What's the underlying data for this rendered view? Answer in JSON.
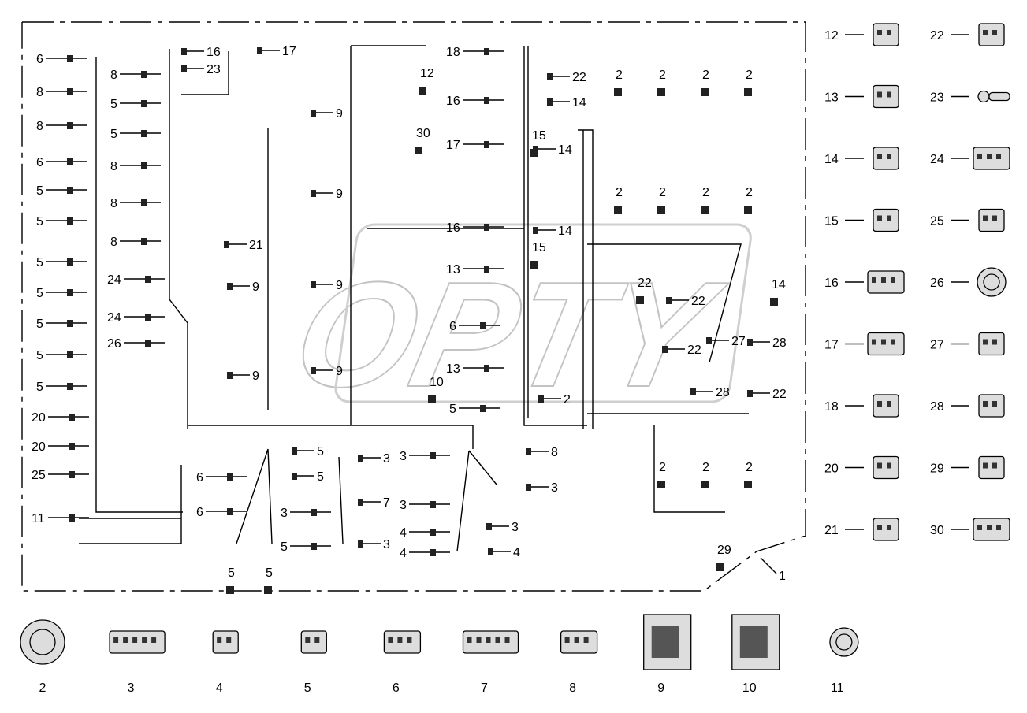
{
  "diagram": {
    "logo_text": "OPTY",
    "harness_callout": "1",
    "callouts": [
      "6",
      "8",
      "8",
      "6",
      "5",
      "5",
      "5",
      "5",
      "5",
      "5",
      "5",
      "20",
      "20",
      "25",
      "11",
      "16",
      "23",
      "8",
      "5",
      "5",
      "8",
      "8",
      "8",
      "21",
      "24",
      "24",
      "26",
      "9",
      "9",
      "9",
      "9",
      "9",
      "9",
      "17",
      "12",
      "30",
      "18",
      "22",
      "16",
      "14",
      "17",
      "15",
      "14",
      "16",
      "14",
      "15",
      "13",
      "6",
      "13",
      "10",
      "5",
      "2",
      "2",
      "2",
      "2",
      "2",
      "2",
      "2",
      "2",
      "2",
      "22",
      "22",
      "14",
      "22",
      "27",
      "28",
      "28",
      "22",
      "2",
      "2",
      "2",
      "29",
      "5",
      "6",
      "5",
      "6",
      "3",
      "3",
      "8",
      "3",
      "3",
      "7",
      "3",
      "5",
      "3",
      "4",
      "3",
      "4",
      "4",
      "5",
      "5"
    ],
    "legend_right": [
      "12",
      "13",
      "14",
      "15",
      "16",
      "17",
      "18",
      "20",
      "21",
      "22",
      "23",
      "24",
      "25",
      "26",
      "27",
      "28",
      "29",
      "30"
    ],
    "legend_bottom": [
      "2",
      "3",
      "4",
      "5",
      "6",
      "7",
      "8",
      "9",
      "10",
      "11"
    ]
  }
}
